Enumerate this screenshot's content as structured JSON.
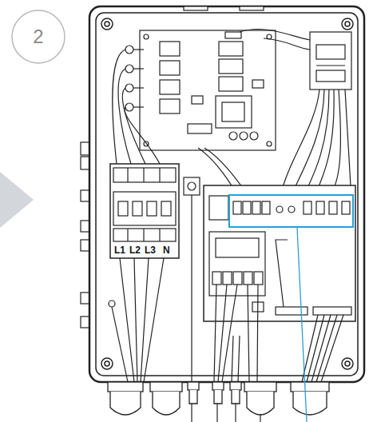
{
  "diagram": {
    "nodes": [
      {
        "text": [
          "2"
        ]
      }
    ],
    "labels": [
      "L1",
      "L2",
      "L3",
      "N"
    ]
  }
}
